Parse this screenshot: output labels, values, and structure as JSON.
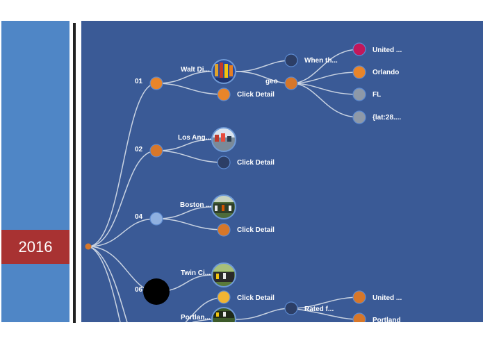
{
  "sidebar": {
    "year_label": "2016"
  },
  "tree": {
    "root_color": "#d7772a",
    "branch_labels": {
      "b01": "01",
      "b02": "02",
      "b04": "04",
      "b06": "06"
    },
    "nodes": {
      "walt_disney": "Walt Di...",
      "click_detail_1": "Click Detail",
      "when": "When th...",
      "geo": "geo",
      "united_1": "United ...",
      "orlando": "Orlando",
      "fl": "FL",
      "latlng": "{lat:28....",
      "los_angeles": "Los Ang...",
      "click_detail_2": "Click Detail",
      "boston": "Boston ...",
      "click_detail_3": "Click Detail",
      "twin_cities": "Twin Ci...",
      "click_detail_4": "Click Detail",
      "portland_leaf": "Portlan...",
      "rated": "Rated f...",
      "united_2": "United ...",
      "portland": "Portland"
    },
    "colors": {
      "orange": "#e8852a",
      "dark_orange": "#d7772a",
      "navy": "#2c3e66",
      "pale_blue": "#8fb0e0",
      "gray": "#8e99a8",
      "magenta": "#c2185b",
      "gold": "#f0b434",
      "black": "#000000",
      "link": "#c9d3e2"
    }
  }
}
